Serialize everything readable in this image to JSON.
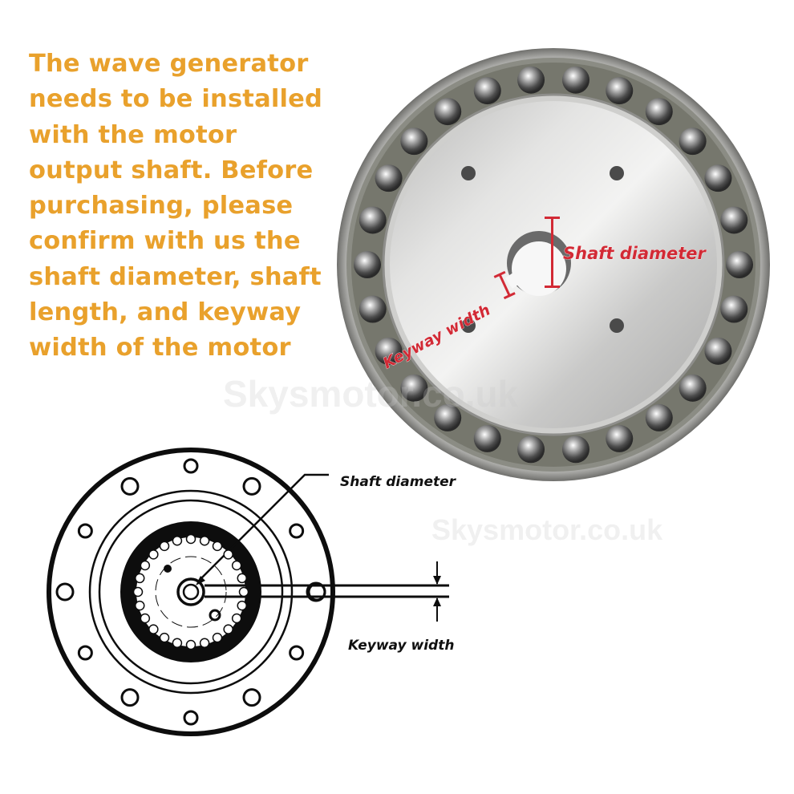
{
  "headline": {
    "lines": [
      "The wave generator",
      "needs to be installed",
      "with the motor",
      "output shaft. Before",
      "purchasing, please",
      "confirm with us the",
      "shaft diameter, shaft",
      "length, and keyway",
      "width of the motor"
    ],
    "color": "#e9a12c"
  },
  "photo": {
    "label_shaft": "Shaft diameter",
    "label_keyway": "Keyway width",
    "label_color": "#d22a35"
  },
  "drawing": {
    "label_shaft": "Shaft diameter",
    "label_keyway": "Keyway width"
  },
  "watermark": {
    "text": "Skysmotor.co.uk"
  }
}
